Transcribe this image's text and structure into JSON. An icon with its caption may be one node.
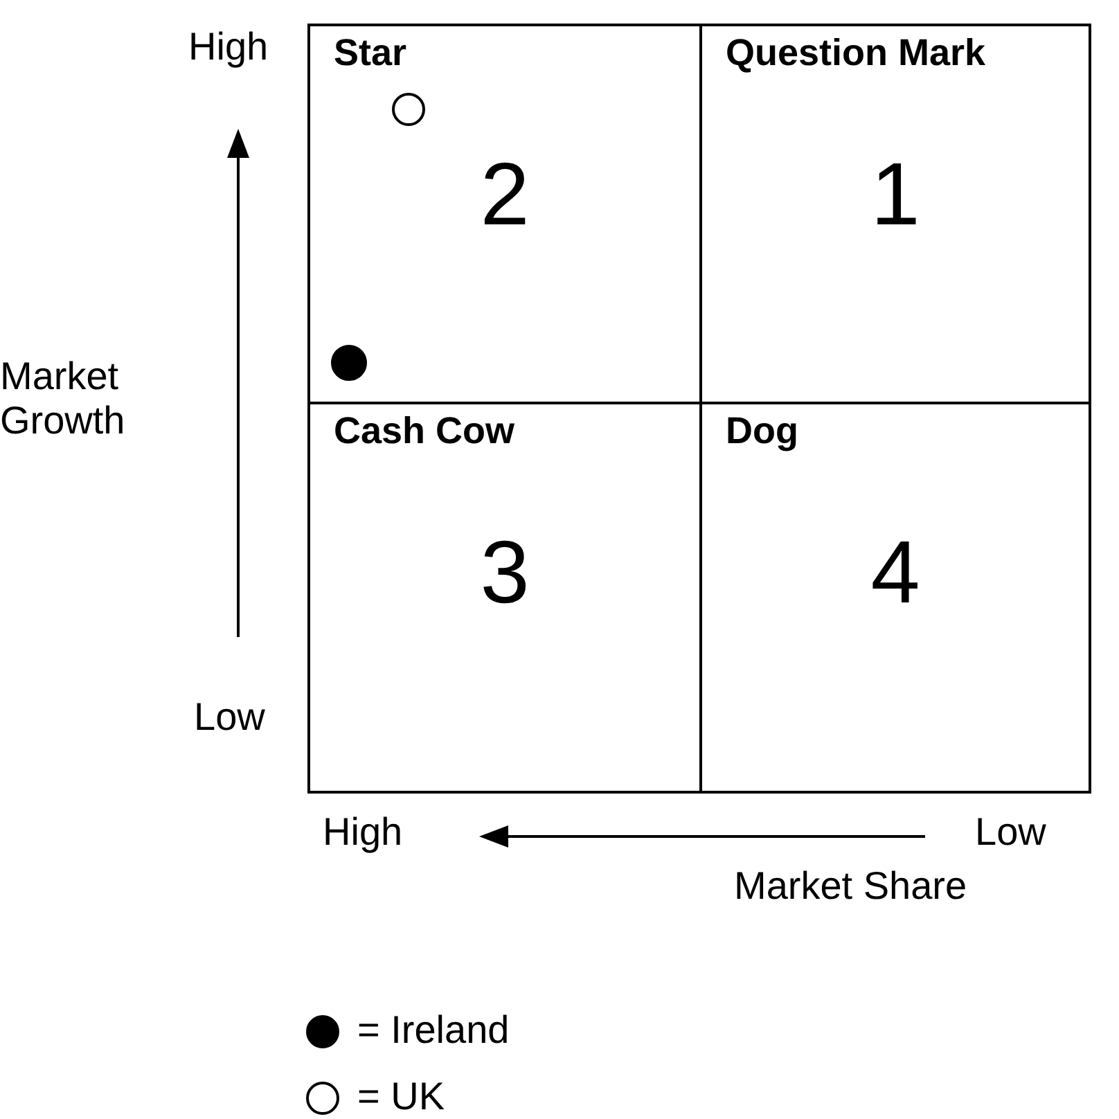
{
  "diagram": {
    "nodes": [
      {
        "text": [
          "Star",
          "2"
        ]
      },
      {
        "text": [
          "Question Mark",
          "1"
        ]
      },
      {
        "text": [
          "Cash Cow",
          "3"
        ]
      },
      {
        "text": [
          "Dog",
          "4"
        ]
      }
    ],
    "edges": [],
    "labels": [
      "High",
      "Market Growth",
      "Low",
      "High",
      "Low",
      "Market Share"
    ],
    "legend": [
      {
        "text": "= Ireland"
      },
      {
        "text": "= UK"
      }
    ]
  }
}
